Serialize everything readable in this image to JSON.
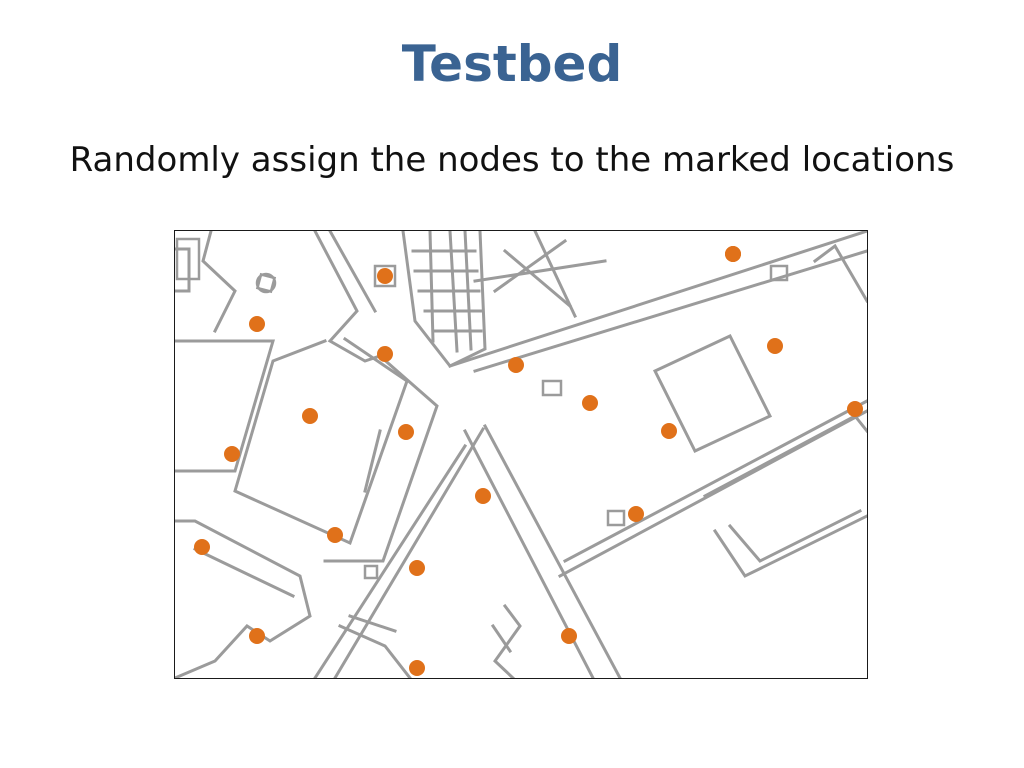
{
  "slide": {
    "title": "Testbed",
    "subtitle": "Randomly assign the nodes to the marked locations"
  },
  "colors": {
    "title": "#3a6392",
    "subtitle": "#111111",
    "walls": "#9b9b9b",
    "node_marker": "#e0711a"
  },
  "floor_plan": {
    "marker_count": 21
  }
}
